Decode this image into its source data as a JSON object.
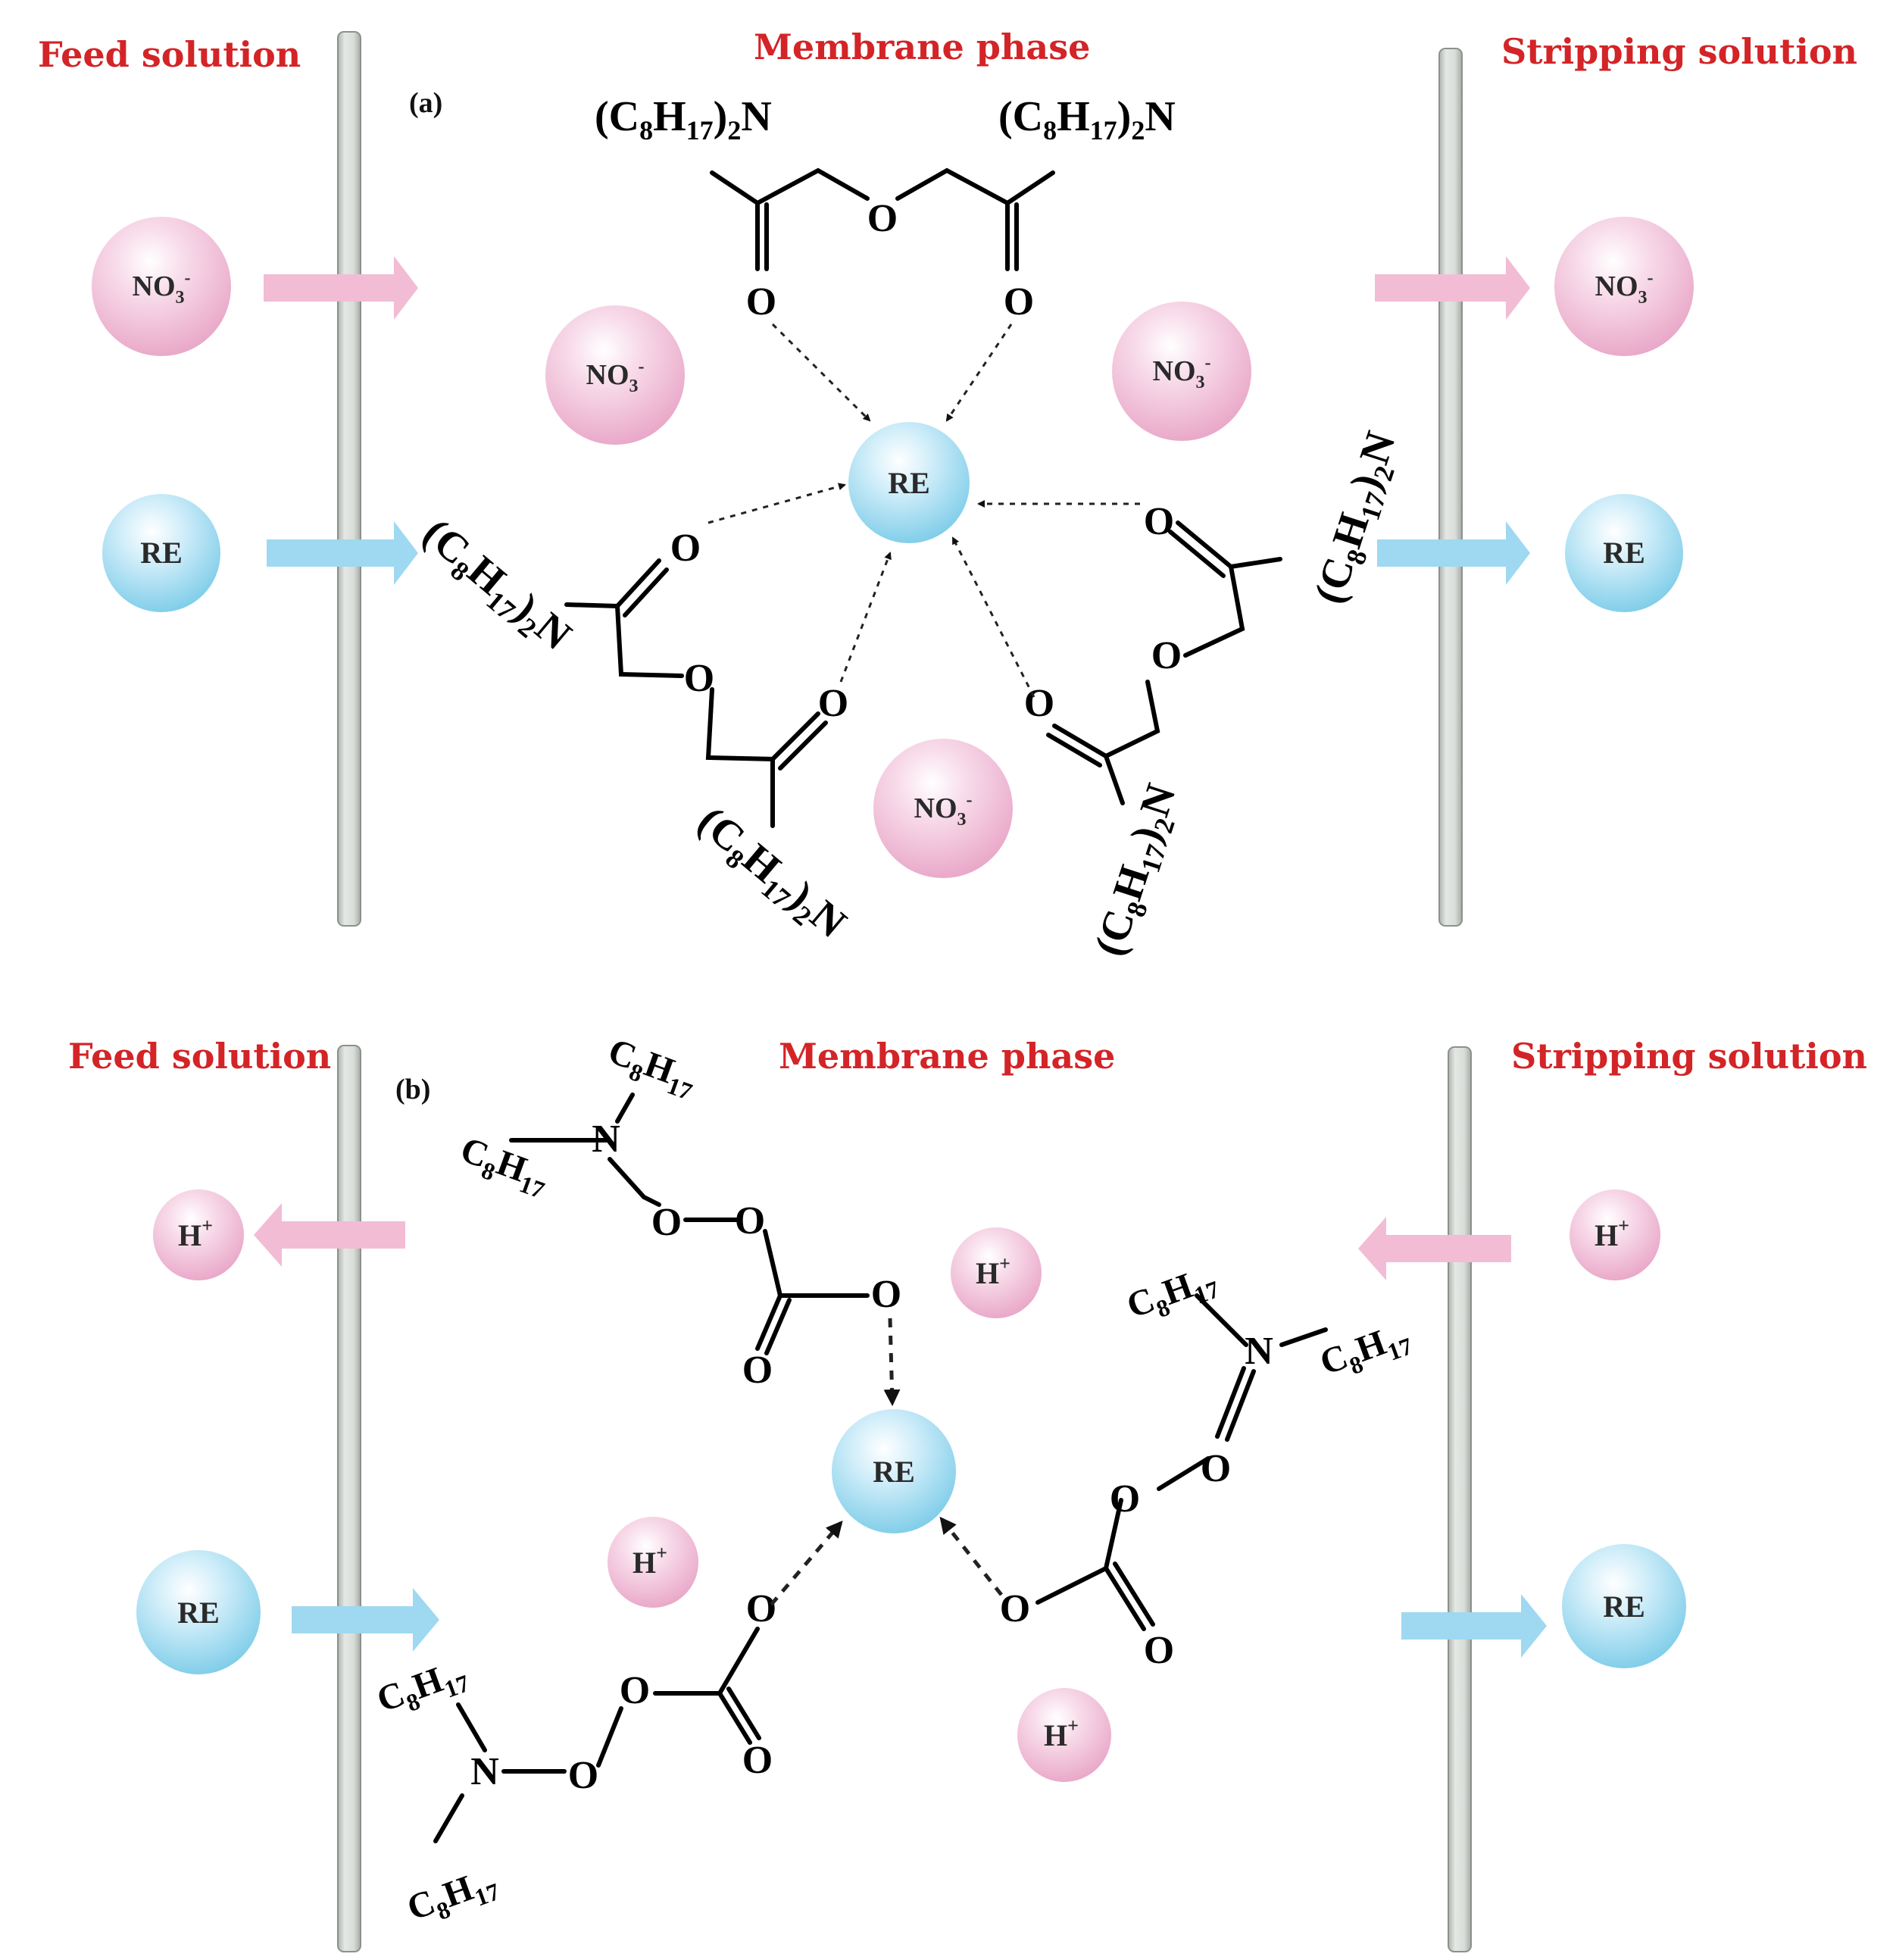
{
  "panel_a": {
    "label": "(a)",
    "feed_label": "Feed solution",
    "membrane_label": "Membrane phase",
    "stripping_label": "Stripping solution",
    "nitrate": "NO3-",
    "re": "RE",
    "amine_group": "(C8H17)2N",
    "oxygen": "O"
  },
  "panel_b": {
    "label": "(b)",
    "feed_label": "Feed solution",
    "membrane_label": "Membrane phase",
    "stripping_label": "Stripping solution",
    "proton": "H+",
    "re": "RE",
    "alkyl": "C8H17",
    "nitrogen": "N",
    "oxygen": "O"
  },
  "colors": {
    "label_red": "#d32427",
    "re_blue": "#8fd3ef",
    "ion_pink": "#f0b9d4",
    "arrow_pink": "#f2bcd5",
    "arrow_blue": "#9fd8f1",
    "membrane_gray": "#c7ccc7"
  }
}
